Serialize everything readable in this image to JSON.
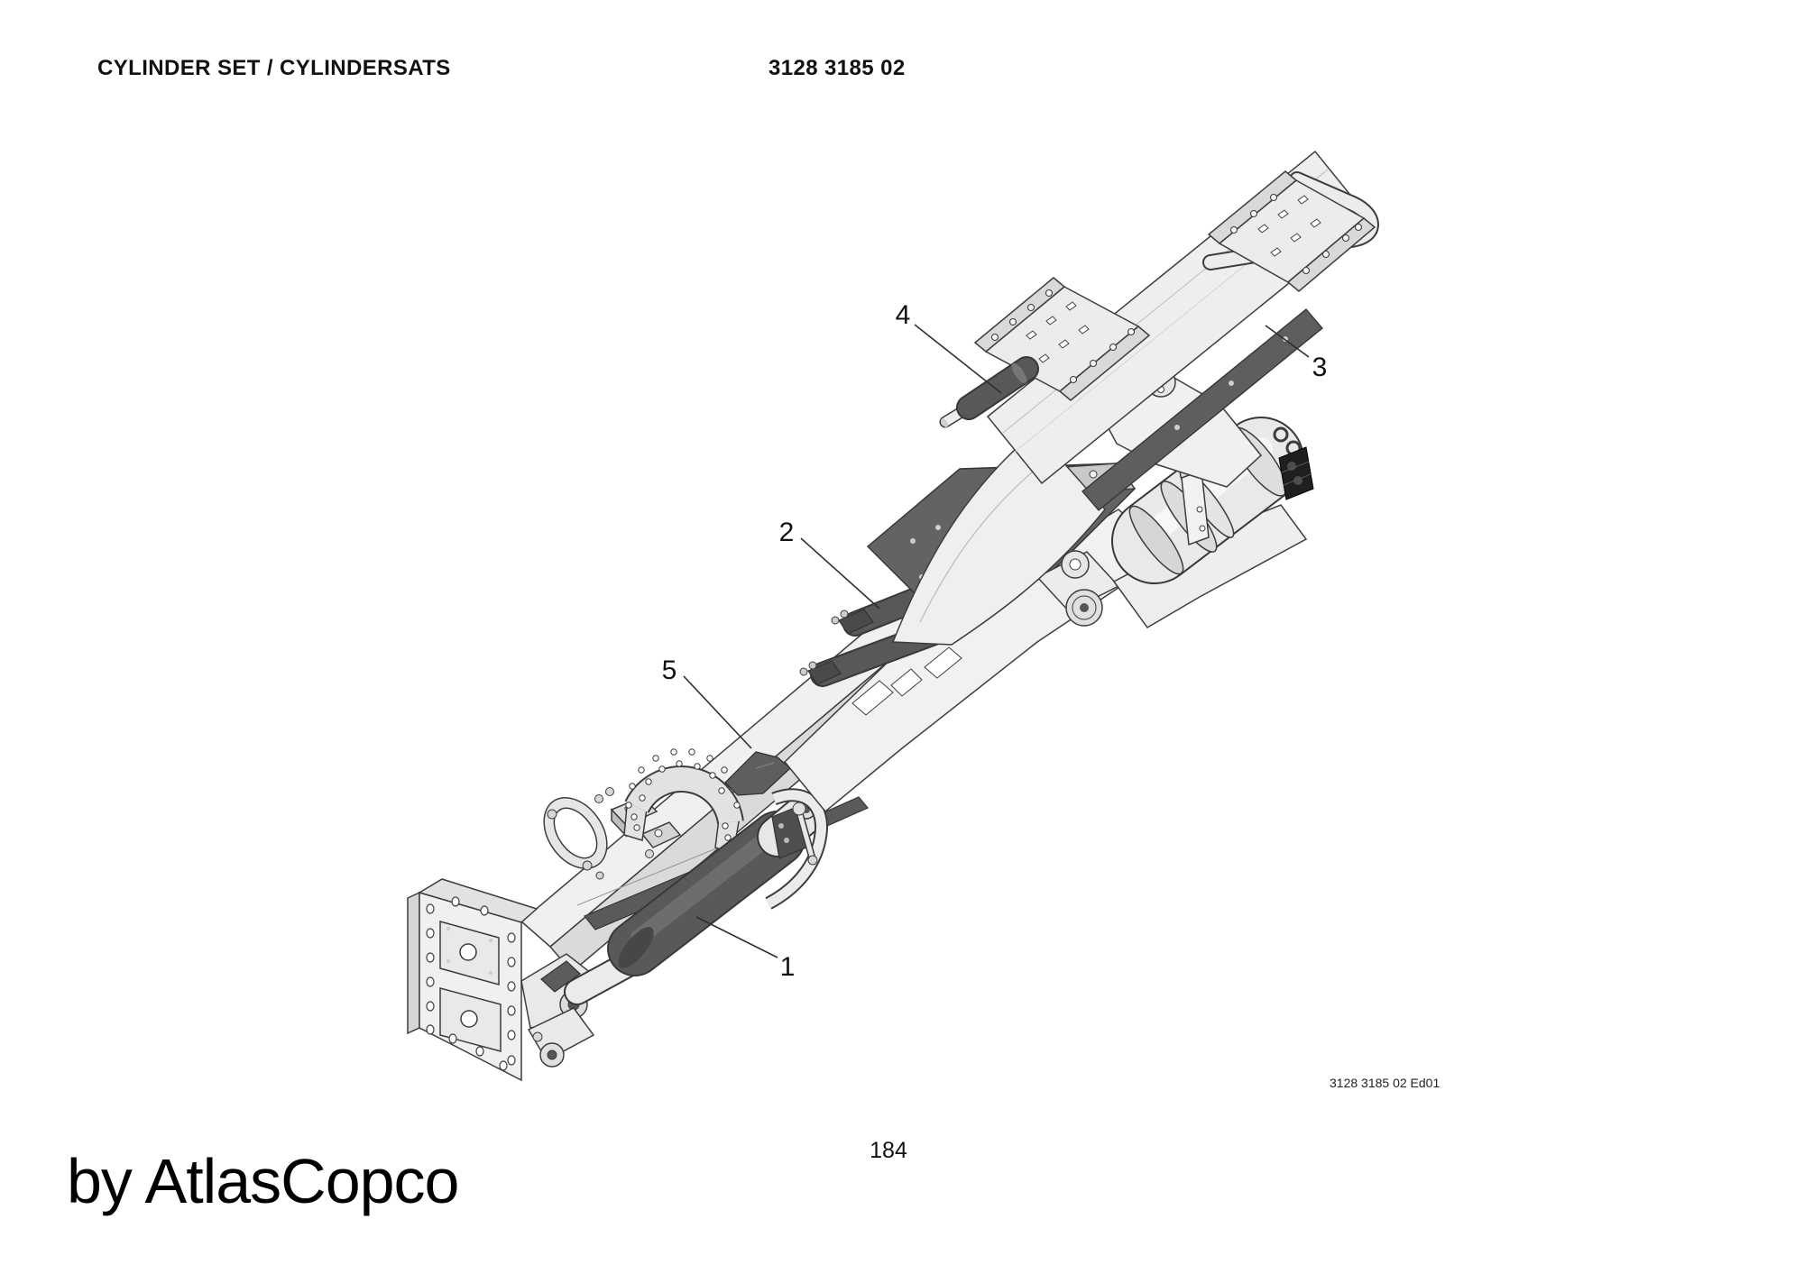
{
  "header": {
    "title": "CYLINDER SET / CYLINDERSATS",
    "doc_number": "3128 3185 02"
  },
  "footer": {
    "edition": "3128 3185 02 Ed01",
    "page_number": "184",
    "brand": "by AtlasCopco"
  },
  "figure": {
    "type": "isometric-parts-diagram",
    "subject": "Cylinder set mounted on drill boom / feed assembly",
    "callouts": [
      {
        "label": "1"
      },
      {
        "label": "2"
      },
      {
        "label": "3"
      },
      {
        "label": "4"
      },
      {
        "label": "5"
      }
    ],
    "colors": {
      "dark_metal": "#5c5c5c",
      "light_metal": "#efefef",
      "mid_metal": "#d9d9d9",
      "outline": "#3d3d3d",
      "black_block": "#1f1f1f",
      "paper": "#ffffff"
    }
  }
}
